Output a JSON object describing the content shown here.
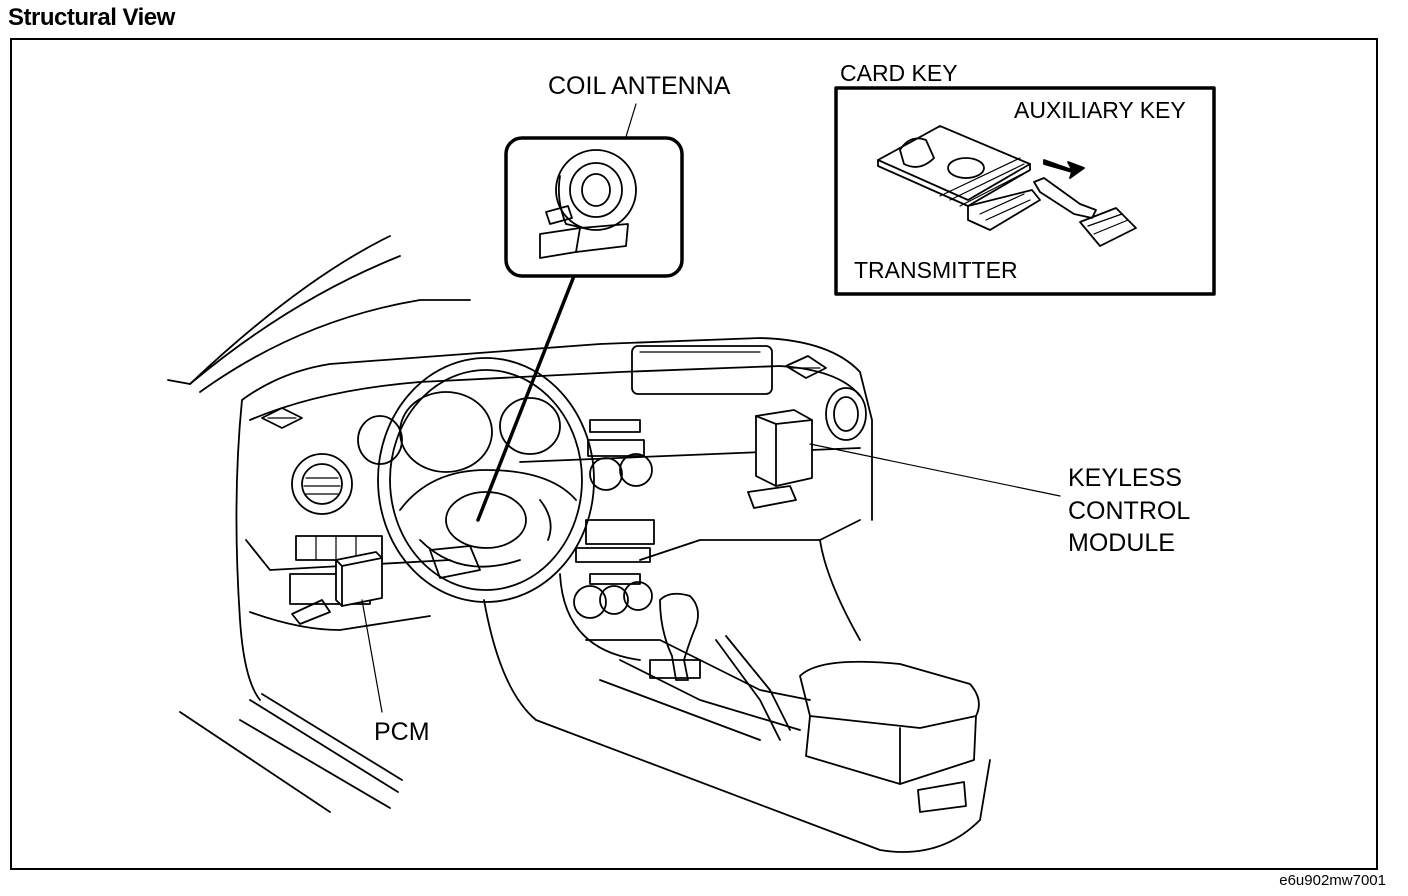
{
  "header": {
    "title": "Structural View"
  },
  "labels": {
    "coil_antenna": "COIL ANTENNA",
    "card_key": "CARD KEY",
    "auxiliary_key": "AUXILIARY KEY",
    "transmitter": "TRANSMITTER",
    "keyless_line1": "KEYLESS",
    "keyless_line2": "CONTROL",
    "keyless_line3": "MODULE",
    "pcm": "PCM"
  },
  "figure_code": "e6u902mw7001"
}
